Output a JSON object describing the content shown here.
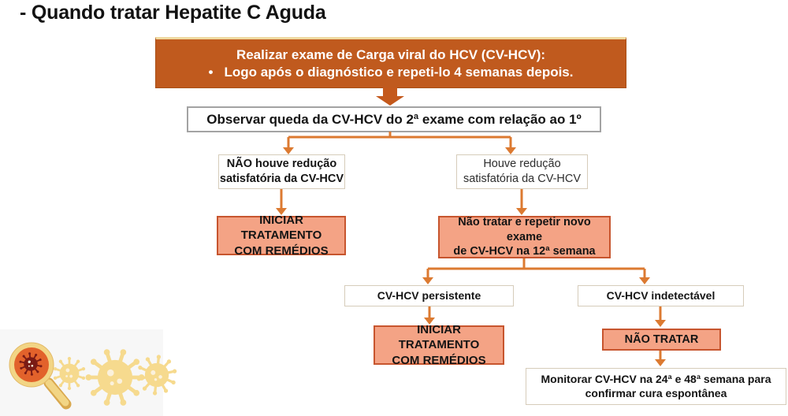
{
  "slide": {
    "title": "- Quando tratar Hepatite C Aguda"
  },
  "colors": {
    "header_fill": "#C05A1E",
    "big_arrow": "#C4591C",
    "connector": "#DC7A31",
    "action_fill": "#F4A385",
    "action_border": "#C7552E",
    "plain_border": "#D6CCBA",
    "virus_yellow": "#F6DA8E",
    "lens_orange": "#E2622B",
    "virus_dark": "#7A1B15"
  },
  "flowchart": {
    "header": {
      "line1": "Realizar exame de Carga viral do HCV (CV-HCV):",
      "bullet": "•",
      "line2": "Logo após o diagnóstico e repeti-lo 4 semanas depois."
    },
    "observar": "Observar queda da CV-HCV do 2ª exame com relação ao 1º",
    "no_reduction": {
      "line1": "NÃO houve redução",
      "line2": "satisfatória da CV-HCV"
    },
    "reduction": {
      "line1": "Houve redução",
      "line2": "satisfatória da CV-HCV"
    },
    "treat_left": {
      "line1": "INICIAR TRATAMENTO",
      "line2": "COM REMÉDIOS"
    },
    "retest": {
      "line1": "Não tratar e repetir novo exame",
      "line2": "de CV-HCV na 12ª semana"
    },
    "persistent": "CV-HCV persistente",
    "undetectable": "CV-HCV indetectável",
    "treat_bottom": {
      "line1": "INICIAR TRATAMENTO",
      "line2": "COM REMÉDIOS"
    },
    "no_treat": "NÃO TRATAR",
    "monitor": {
      "line1": "Monitorar CV-HCV na 24ª e 48ª semana para",
      "line2": "confirmar cura espontânea"
    }
  },
  "decorations": {
    "icons": [
      "magnifier-virus-icon",
      "virus-icon",
      "virus-icon",
      "virus-icon"
    ]
  }
}
